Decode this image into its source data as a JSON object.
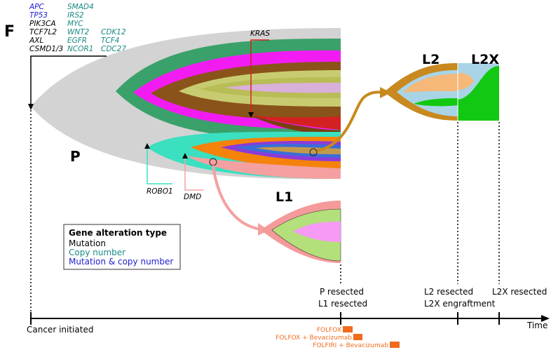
{
  "panel_letter": "F",
  "gene_list": [
    {
      "name": "APC",
      "type": "both"
    },
    {
      "name": "TP53",
      "type": "both"
    },
    {
      "name": "PIK3CA",
      "type": "mutation"
    },
    {
      "name": "TCF7L2",
      "type": "mutation"
    },
    {
      "name": "AXL",
      "type": "mutation"
    },
    {
      "name": "CSMD1/3",
      "type": "mutation"
    },
    {
      "name": "SMAD4",
      "type": "copy"
    },
    {
      "name": "IRS2",
      "type": "copy"
    },
    {
      "name": "MYC",
      "type": "copy"
    },
    {
      "name": "WNT2",
      "type": "copy"
    },
    {
      "name": "EGFR",
      "type": "copy"
    },
    {
      "name": "NCOR1",
      "type": "copy"
    },
    {
      "name": "CDK12",
      "type": "copy"
    },
    {
      "name": "TCF4",
      "type": "copy"
    },
    {
      "name": "CDC27",
      "type": "copy"
    }
  ],
  "clone_labels": {
    "kras": "KRAS",
    "robo1": "ROBO1",
    "dmd": "DMD"
  },
  "tumor_labels": {
    "primary": "P",
    "l1": "L1",
    "l2": "L2",
    "l2x": "L2X"
  },
  "legend": {
    "title": "Gene alteration type",
    "items": [
      {
        "label": "Mutation",
        "color": "#000000"
      },
      {
        "label": "Copy number",
        "color": "#1a8a84"
      },
      {
        "label": "Mutation & copy number",
        "color": "#2020d0"
      }
    ]
  },
  "timeline": {
    "label": "Time",
    "events": {
      "initiated": "Cancer initiated",
      "p_resected": "P resected",
      "l1_resected": "L1 resected",
      "l2_resected": "L2 resected",
      "l2x_engraftment": "L2X engraftment",
      "l2x_resected": "L2X resected"
    }
  },
  "treatments": [
    {
      "label": "FOLFOX"
    },
    {
      "label": "FOLFOX + Bevacizumab"
    },
    {
      "label": "FOLFIRI + Bevacizumab"
    }
  ],
  "colors": {
    "mutation": "#000000",
    "copy_number": "#1a8a84",
    "both": "#2020d0",
    "treatment": "#f26b1d",
    "primary_bg": "#d3d3d3"
  }
}
